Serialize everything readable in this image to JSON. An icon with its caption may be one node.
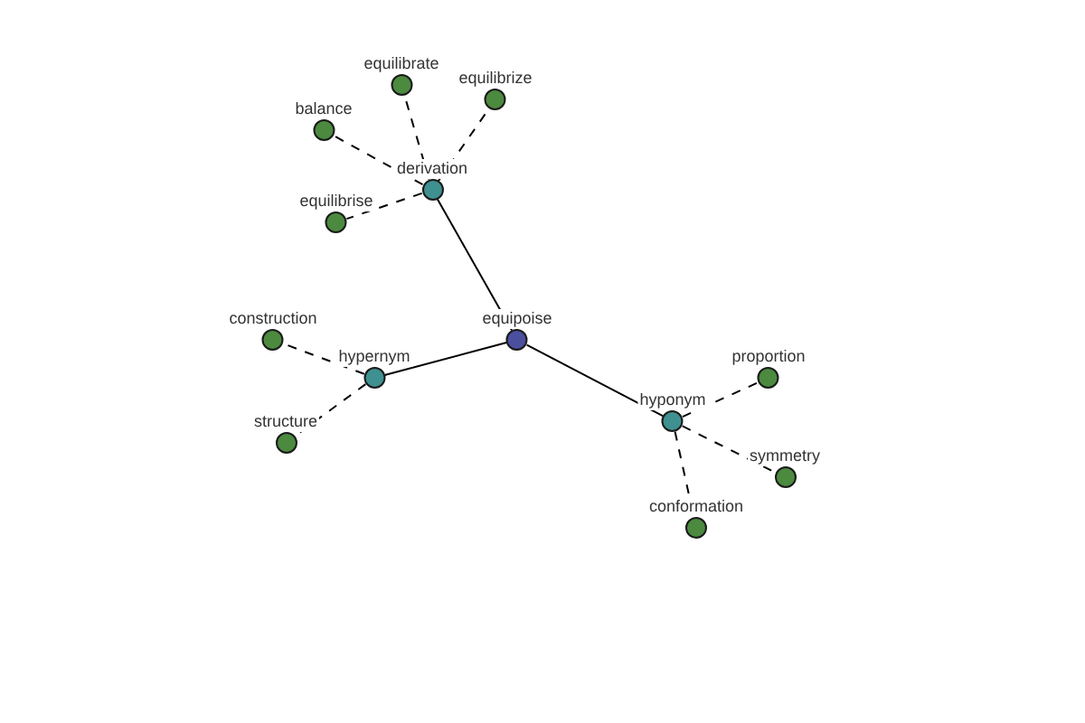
{
  "diagram": {
    "nodes": [
      {
        "text": [
          "equipoise"
        ]
      },
      {
        "text": [
          "derivation"
        ]
      },
      {
        "text": [
          "hypernym"
        ]
      },
      {
        "text": [
          "hyponym"
        ]
      },
      {
        "text": [
          "equilibrate"
        ]
      },
      {
        "text": [
          "equilibrize"
        ]
      },
      {
        "text": [
          "balance"
        ]
      },
      {
        "text": [
          "equilibrise"
        ]
      },
      {
        "text": [
          "construction"
        ]
      },
      {
        "text": [
          "structure"
        ]
      },
      {
        "text": [
          "proportion"
        ]
      },
      {
        "text": [
          "symmetry"
        ]
      },
      {
        "text": [
          "conformation"
        ]
      }
    ],
    "edges": [
      {
        "from": 0,
        "to": 1,
        "arrow": "none"
      },
      {
        "from": 0,
        "to": 2,
        "arrow": "none"
      },
      {
        "from": 0,
        "to": 3,
        "arrow": "none"
      },
      {
        "from": 1,
        "to": 4,
        "arrow": "none",
        "style": "dashed"
      },
      {
        "from": 1,
        "to": 5,
        "arrow": "none",
        "style": "dashed"
      },
      {
        "from": 1,
        "to": 6,
        "arrow": "none",
        "style": "dashed"
      },
      {
        "from": 1,
        "to": 7,
        "arrow": "none",
        "style": "dashed"
      },
      {
        "from": 2,
        "to": 8,
        "arrow": "none",
        "style": "dashed"
      },
      {
        "from": 2,
        "to": 9,
        "arrow": "none",
        "style": "dashed"
      },
      {
        "from": 3,
        "to": 10,
        "arrow": "none",
        "style": "dashed"
      },
      {
        "from": 3,
        "to": 11,
        "arrow": "none",
        "style": "dashed"
      },
      {
        "from": 3,
        "to": 12,
        "arrow": "none",
        "style": "dashed"
      }
    ]
  }
}
